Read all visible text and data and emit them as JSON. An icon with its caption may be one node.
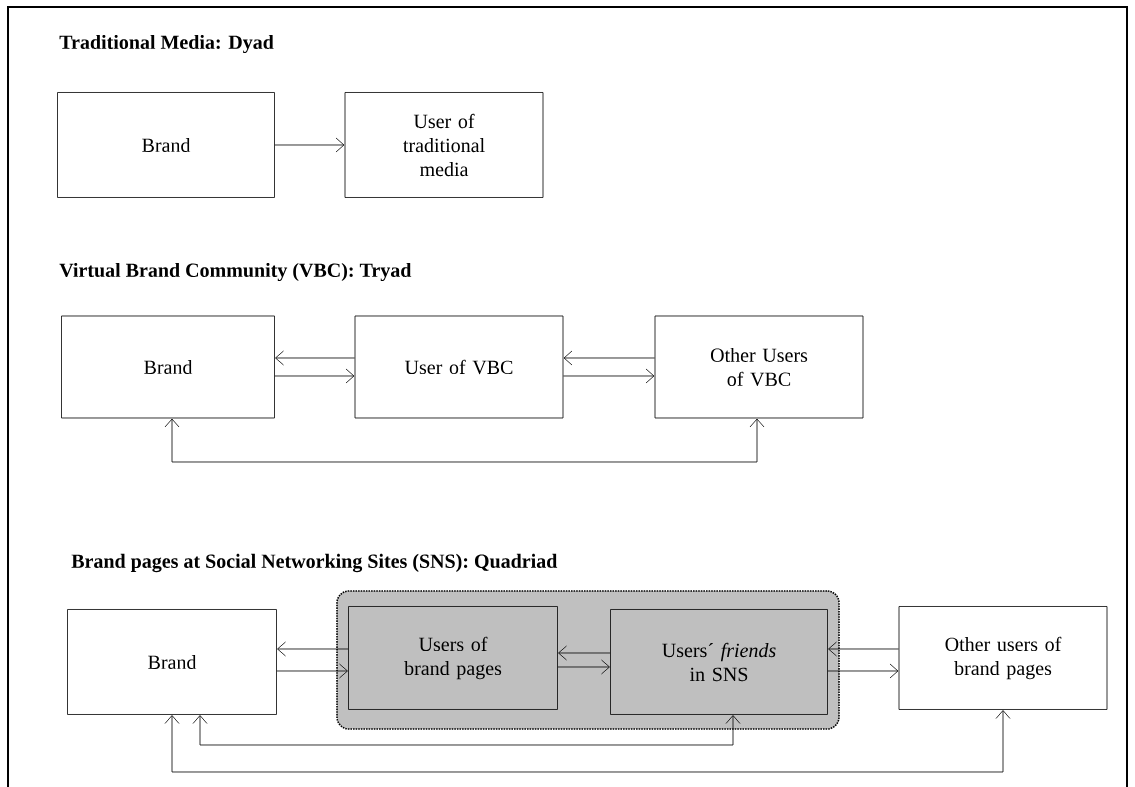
{
  "diagram": {
    "nodes": [
      {
        "text": [
          "Brand"
        ]
      },
      {
        "text": [
          "User of traditional media"
        ]
      },
      {
        "text": [
          "Brand"
        ]
      },
      {
        "text": [
          "User of VBC"
        ]
      },
      {
        "text": [
          "Other Users of VBC"
        ]
      },
      {
        "text": [],
        "shape": "box"
      },
      {
        "text": [
          "Users of brand pages"
        ],
        "in": 5
      },
      {
        "text": [
          "Users´ *friends* in SNS"
        ],
        "in": 5
      },
      {
        "text": [
          "Brand"
        ]
      },
      {
        "text": [
          "Other users of brand pages"
        ]
      }
    ],
    "edges": [
      {
        "from": 0,
        "to": 1,
        "arrow": "to"
      },
      {
        "from": 3,
        "to": 2,
        "arrow": "to"
      },
      {
        "from": 2,
        "to": 3,
        "arrow": "to"
      },
      {
        "from": 4,
        "to": 3,
        "arrow": "to"
      },
      {
        "from": 3,
        "to": 4,
        "arrow": "to"
      },
      {
        "from": 2,
        "to": 4,
        "arrow": "both"
      },
      {
        "from": 6,
        "to": 8,
        "arrow": "to"
      },
      {
        "from": 8,
        "to": 6,
        "arrow": "to"
      },
      {
        "from": 7,
        "to": 6,
        "arrow": "to"
      },
      {
        "from": 6,
        "to": 7,
        "arrow": "to"
      },
      {
        "from": 9,
        "to": 7,
        "arrow": "to"
      },
      {
        "from": 7,
        "to": 9,
        "arrow": "to"
      },
      {
        "from": 8,
        "to": 7,
        "arrow": "both"
      },
      {
        "from": 8,
        "to": 9,
        "arrow": "both"
      }
    ],
    "labels": [
      "Traditional Media: Dyad",
      "Virtual Brand Community (VBC): Tryad",
      "Brand pages at Social Networking Sites (SNS):  Quadriad"
    ]
  }
}
